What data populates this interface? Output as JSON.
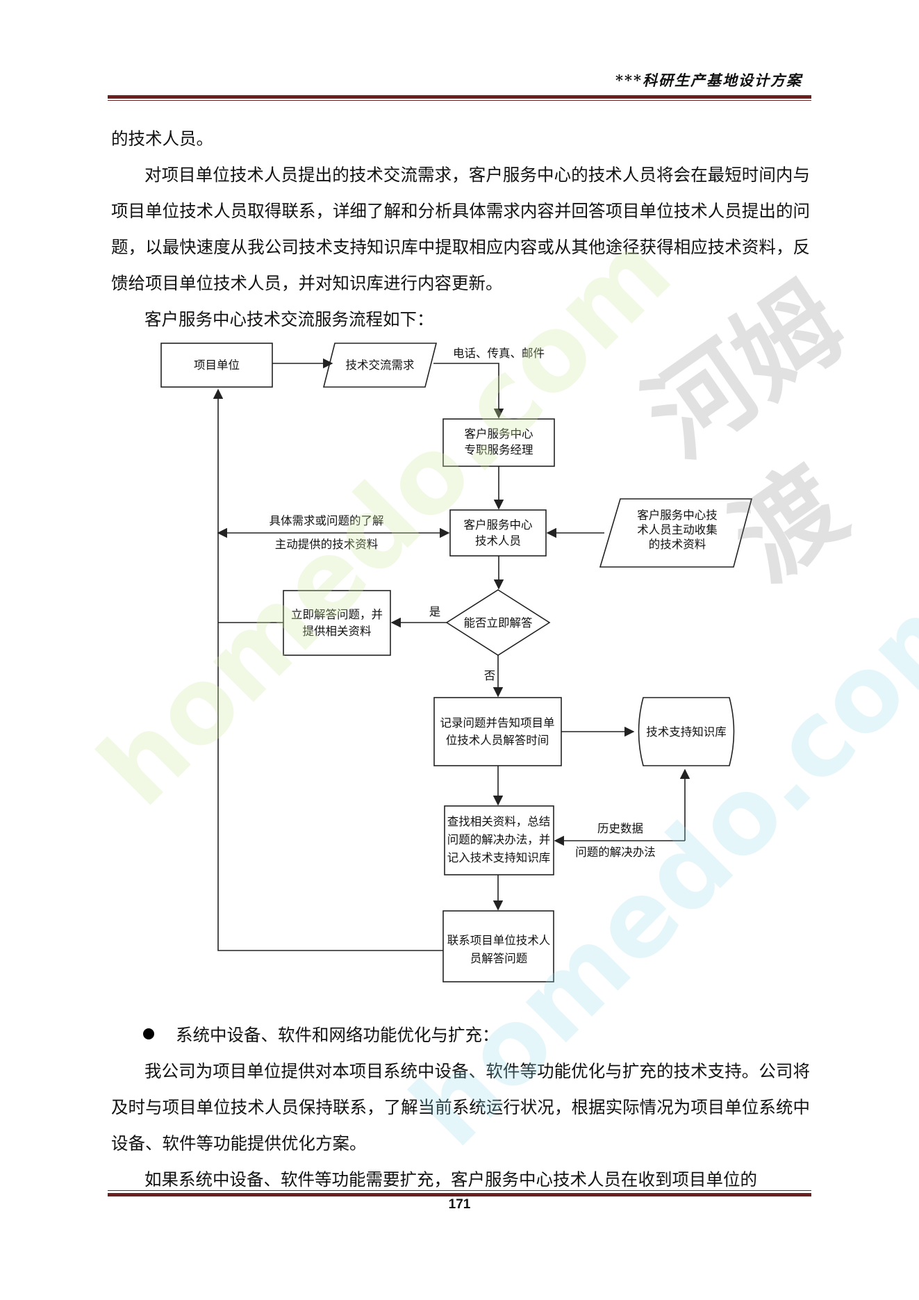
{
  "header": {
    "title": "***科研生产基地设计方案"
  },
  "paragraphs": [
    "的技术人员。",
    "对项目单位技术人员提出的技术交流需求，客户服务中心的技术人员将会在最短时间内与项目单位技术人员取得联系，详细了解和分析具体需求内容并回答项目单位技术人员提出的问题，以最快速度从我公司技术支持知识库中提取相应内容或从其他途径获得相应技术资料，反馈给项目单位技术人员，并对知识库进行内容更新。",
    "客户服务中心技术交流服务流程如下："
  ],
  "flowchart": {
    "project_unit": "项目单位",
    "tech_exchange_demand": "技术交流需求",
    "channels": "电话、传真、邮件",
    "manager": [
      "客户服务中心",
      "专职服务经理"
    ],
    "tech_staff": [
      "客户服务中心",
      "技术人员"
    ],
    "collected_material": [
      "客户服务中心技",
      "术人员主动收集",
      "的技术资料"
    ],
    "feedback_label": [
      "具体需求或问题的了解",
      "主动提供的技术资料"
    ],
    "decision": "能否立即解答",
    "yes_label": "是",
    "no_label": "否",
    "immediate_answer": [
      "立即解答问题，并",
      "提供相关资料"
    ],
    "record": [
      "记录问题并告知项目单",
      "位技术人员解答时间"
    ],
    "knowledge_base": "技术支持知识库",
    "search": [
      "查找相关资料，总结",
      "问题的解决办法，并",
      "记入技术支持知识库"
    ],
    "history_label": [
      "历史数据",
      "问题的解决办法"
    ],
    "contact": [
      "联系项目单位技术人",
      "员解答问题"
    ]
  },
  "bullet": "系统中设备、软件和网络功能优化与扩充：",
  "paragraphs2": [
    "我公司为项目单位提供对本项目系统中设备、软件等功能优化与扩充的技术支持。公司将及时与项目单位技术人员保持联系，了解当前系统运行状况，根据实际情况为项目单位系统中设备、软件等功能提供优化方案。",
    "如果系统中设备、软件等功能需要扩充，客户服务中心技术人员在收到项目单位的"
  ],
  "page_number": "171",
  "watermark": {
    "brand_cn": "河姆渡",
    "brand_en": "homedo.com"
  }
}
